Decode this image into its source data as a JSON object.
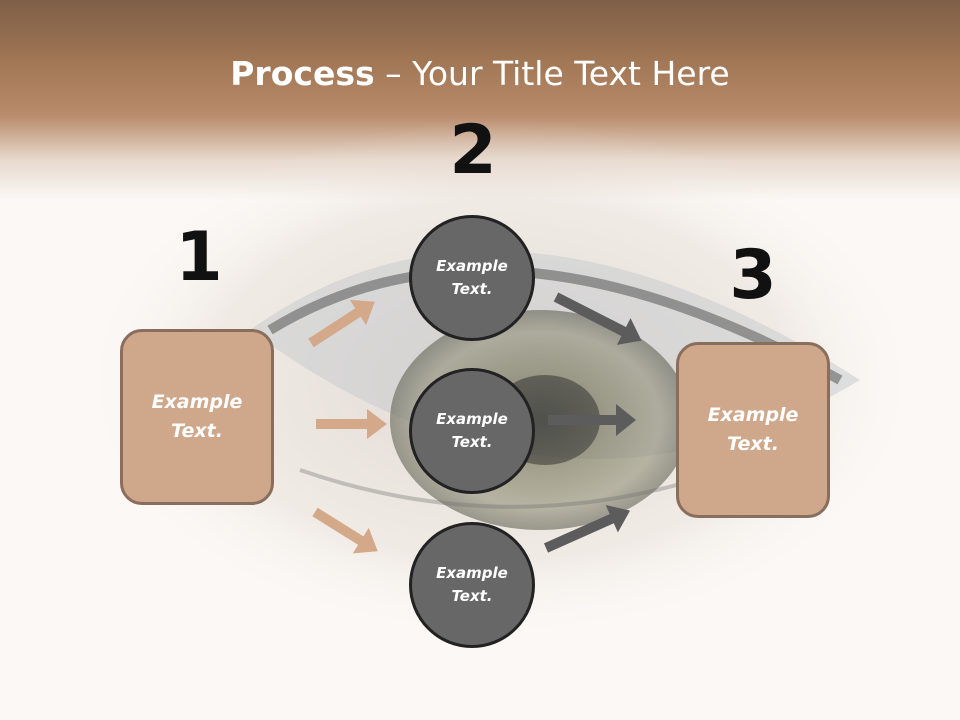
{
  "title": {
    "bold": "Process",
    "rest": " – Your Title Text Here"
  },
  "steps": [
    {
      "number": "1",
      "line1": "Example",
      "line2": "Text."
    },
    {
      "number": "2"
    },
    {
      "number": "3",
      "line1": "Example",
      "line2": "Text."
    }
  ],
  "nodes": [
    {
      "line1": "Example",
      "line2": "Text."
    },
    {
      "line1": "Example",
      "line2": "Text."
    },
    {
      "line1": "Example",
      "line2": "Text."
    }
  ],
  "colors": {
    "header": "#a07654",
    "box_fill": "#cfa88c",
    "box_border": "#8a6e5d",
    "circle_fill": "#676767",
    "circle_border": "#222222",
    "arrow_left": "#d4a98a",
    "arrow_right": "#5c5c5c"
  }
}
